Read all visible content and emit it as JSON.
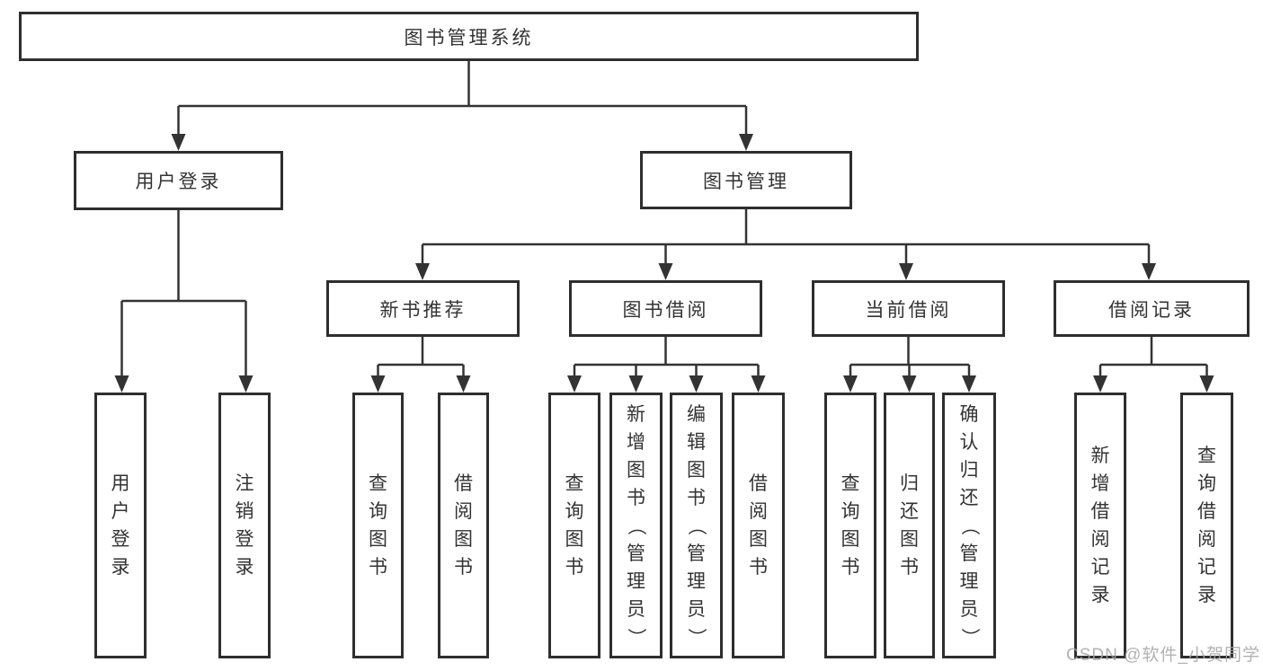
{
  "diagram": {
    "tree": {
      "label": "图书管理系统",
      "children": [
        {
          "label": "用户登录",
          "children": [
            {
              "label": "用户登录"
            },
            {
              "label": "注销登录"
            }
          ]
        },
        {
          "label": "图书管理",
          "children": [
            {
              "label": "新书推荐",
              "children": [
                {
                  "label": "查询图书"
                },
                {
                  "label": "借阅图书"
                }
              ]
            },
            {
              "label": "图书借阅",
              "children": [
                {
                  "label": "查询图书"
                },
                {
                  "label": "新增图书（管理员）"
                },
                {
                  "label": "编辑图书（管理员）"
                },
                {
                  "label": "借阅图书"
                }
              ]
            },
            {
              "label": "当前借阅",
              "children": [
                {
                  "label": "查询图书"
                },
                {
                  "label": "归还图书"
                },
                {
                  "label": "确认归还（管理员）"
                }
              ]
            },
            {
              "label": "借阅记录",
              "children": [
                {
                  "label": "新增借阅记录"
                },
                {
                  "label": "查询借阅记录"
                }
              ]
            }
          ]
        }
      ]
    },
    "colors": {
      "line": "#333333",
      "box_border": "#2e2e2e",
      "text": "#333333",
      "background": "#ffffff",
      "watermark": "#a4a4a4"
    }
  },
  "watermark": {
    "text": "CSDN @软件_小贺同学"
  }
}
